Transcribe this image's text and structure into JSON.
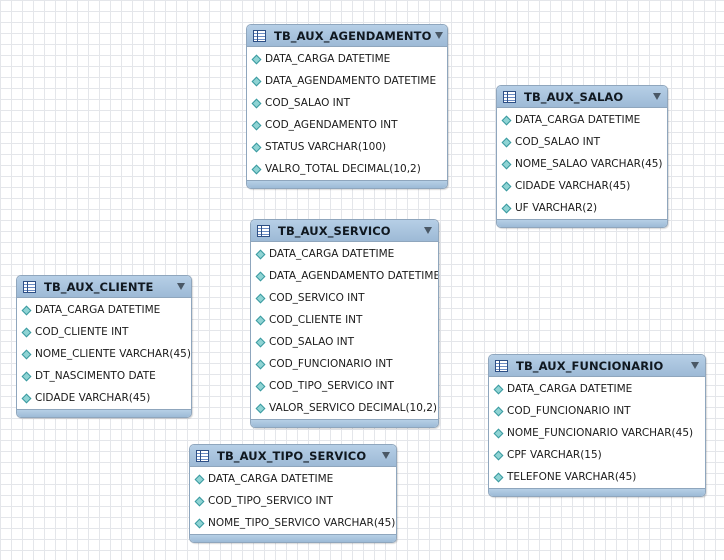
{
  "tables": [
    {
      "id": "tb-aux-agendamento",
      "name": "TB_AUX_AGENDAMENTO",
      "columns": [
        "DATA_CARGA DATETIME",
        "DATA_AGENDAMENTO DATETIME",
        "COD_SALAO INT",
        "COD_AGENDAMENTO INT",
        "STATUS VARCHAR(100)",
        "VALRO_TOTAL DECIMAL(10,2)"
      ]
    },
    {
      "id": "tb-aux-salao",
      "name": "TB_AUX_SALAO",
      "columns": [
        "DATA_CARGA DATETIME",
        "COD_SALAO INT",
        "NOME_SALAO VARCHAR(45)",
        "CIDADE VARCHAR(45)",
        "UF VARCHAR(2)"
      ]
    },
    {
      "id": "tb-aux-servico",
      "name": "TB_AUX_SERVICO",
      "columns": [
        "DATA_CARGA DATETIME",
        "DATA_AGENDAMENTO DATETIME",
        "COD_SERVICO INT",
        "COD_CLIENTE INT",
        "COD_SALAO INT",
        "COD_FUNCIONARIO INT",
        "COD_TIPO_SERVICO INT",
        "VALOR_SERVICO DECIMAL(10,2)"
      ]
    },
    {
      "id": "tb-aux-cliente",
      "name": "TB_AUX_CLIENTE",
      "columns": [
        "DATA_CARGA DATETIME",
        "COD_CLIENTE INT",
        "NOME_CLIENTE VARCHAR(45)",
        "DT_NASCIMENTO DATE",
        "CIDADE VARCHAR(45)"
      ]
    },
    {
      "id": "tb-aux-funcionario",
      "name": "TB_AUX_FUNCIONARIO",
      "columns": [
        "DATA_CARGA DATETIME",
        "COD_FUNCIONARIO INT",
        "NOME_FUNCIONARIO VARCHAR(45)",
        "CPF VARCHAR(15)",
        "TELEFONE VARCHAR(45)"
      ]
    },
    {
      "id": "tb-aux-tipo-servico",
      "name": "TB_AUX_TIPO_SERVICO",
      "columns": [
        "DATA_CARGA DATETIME",
        "COD_TIPO_SERVICO INT",
        "NOME_TIPO_SERVICO VARCHAR(45)"
      ]
    }
  ],
  "icons": {
    "table": "table-icon",
    "column": "column-diamond-icon",
    "toggle": "collapse-triangle-icon"
  },
  "colors": {
    "header": "#a9c6e0",
    "border": "#8fa6bd",
    "column_icon": "#8fd4d4",
    "grid": "#e4e6ea"
  }
}
